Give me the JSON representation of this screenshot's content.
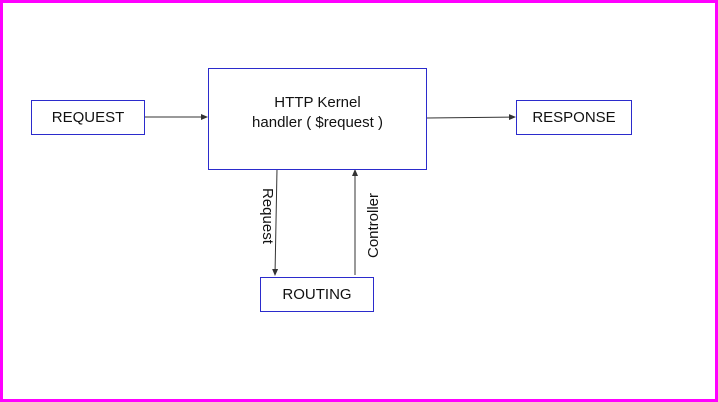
{
  "diagram": {
    "nodes": {
      "request": "REQUEST",
      "kernel_line1": "HTTP Kernel",
      "kernel_line2": "handler (  $request )",
      "response": "RESPONSE",
      "routing": "ROUTING"
    },
    "edges": {
      "down_label": "Request",
      "up_label": "Controller"
    },
    "colors": {
      "frame": "#ff00ff",
      "box_border": "#2b2bcc",
      "arrow": "#333333"
    }
  }
}
